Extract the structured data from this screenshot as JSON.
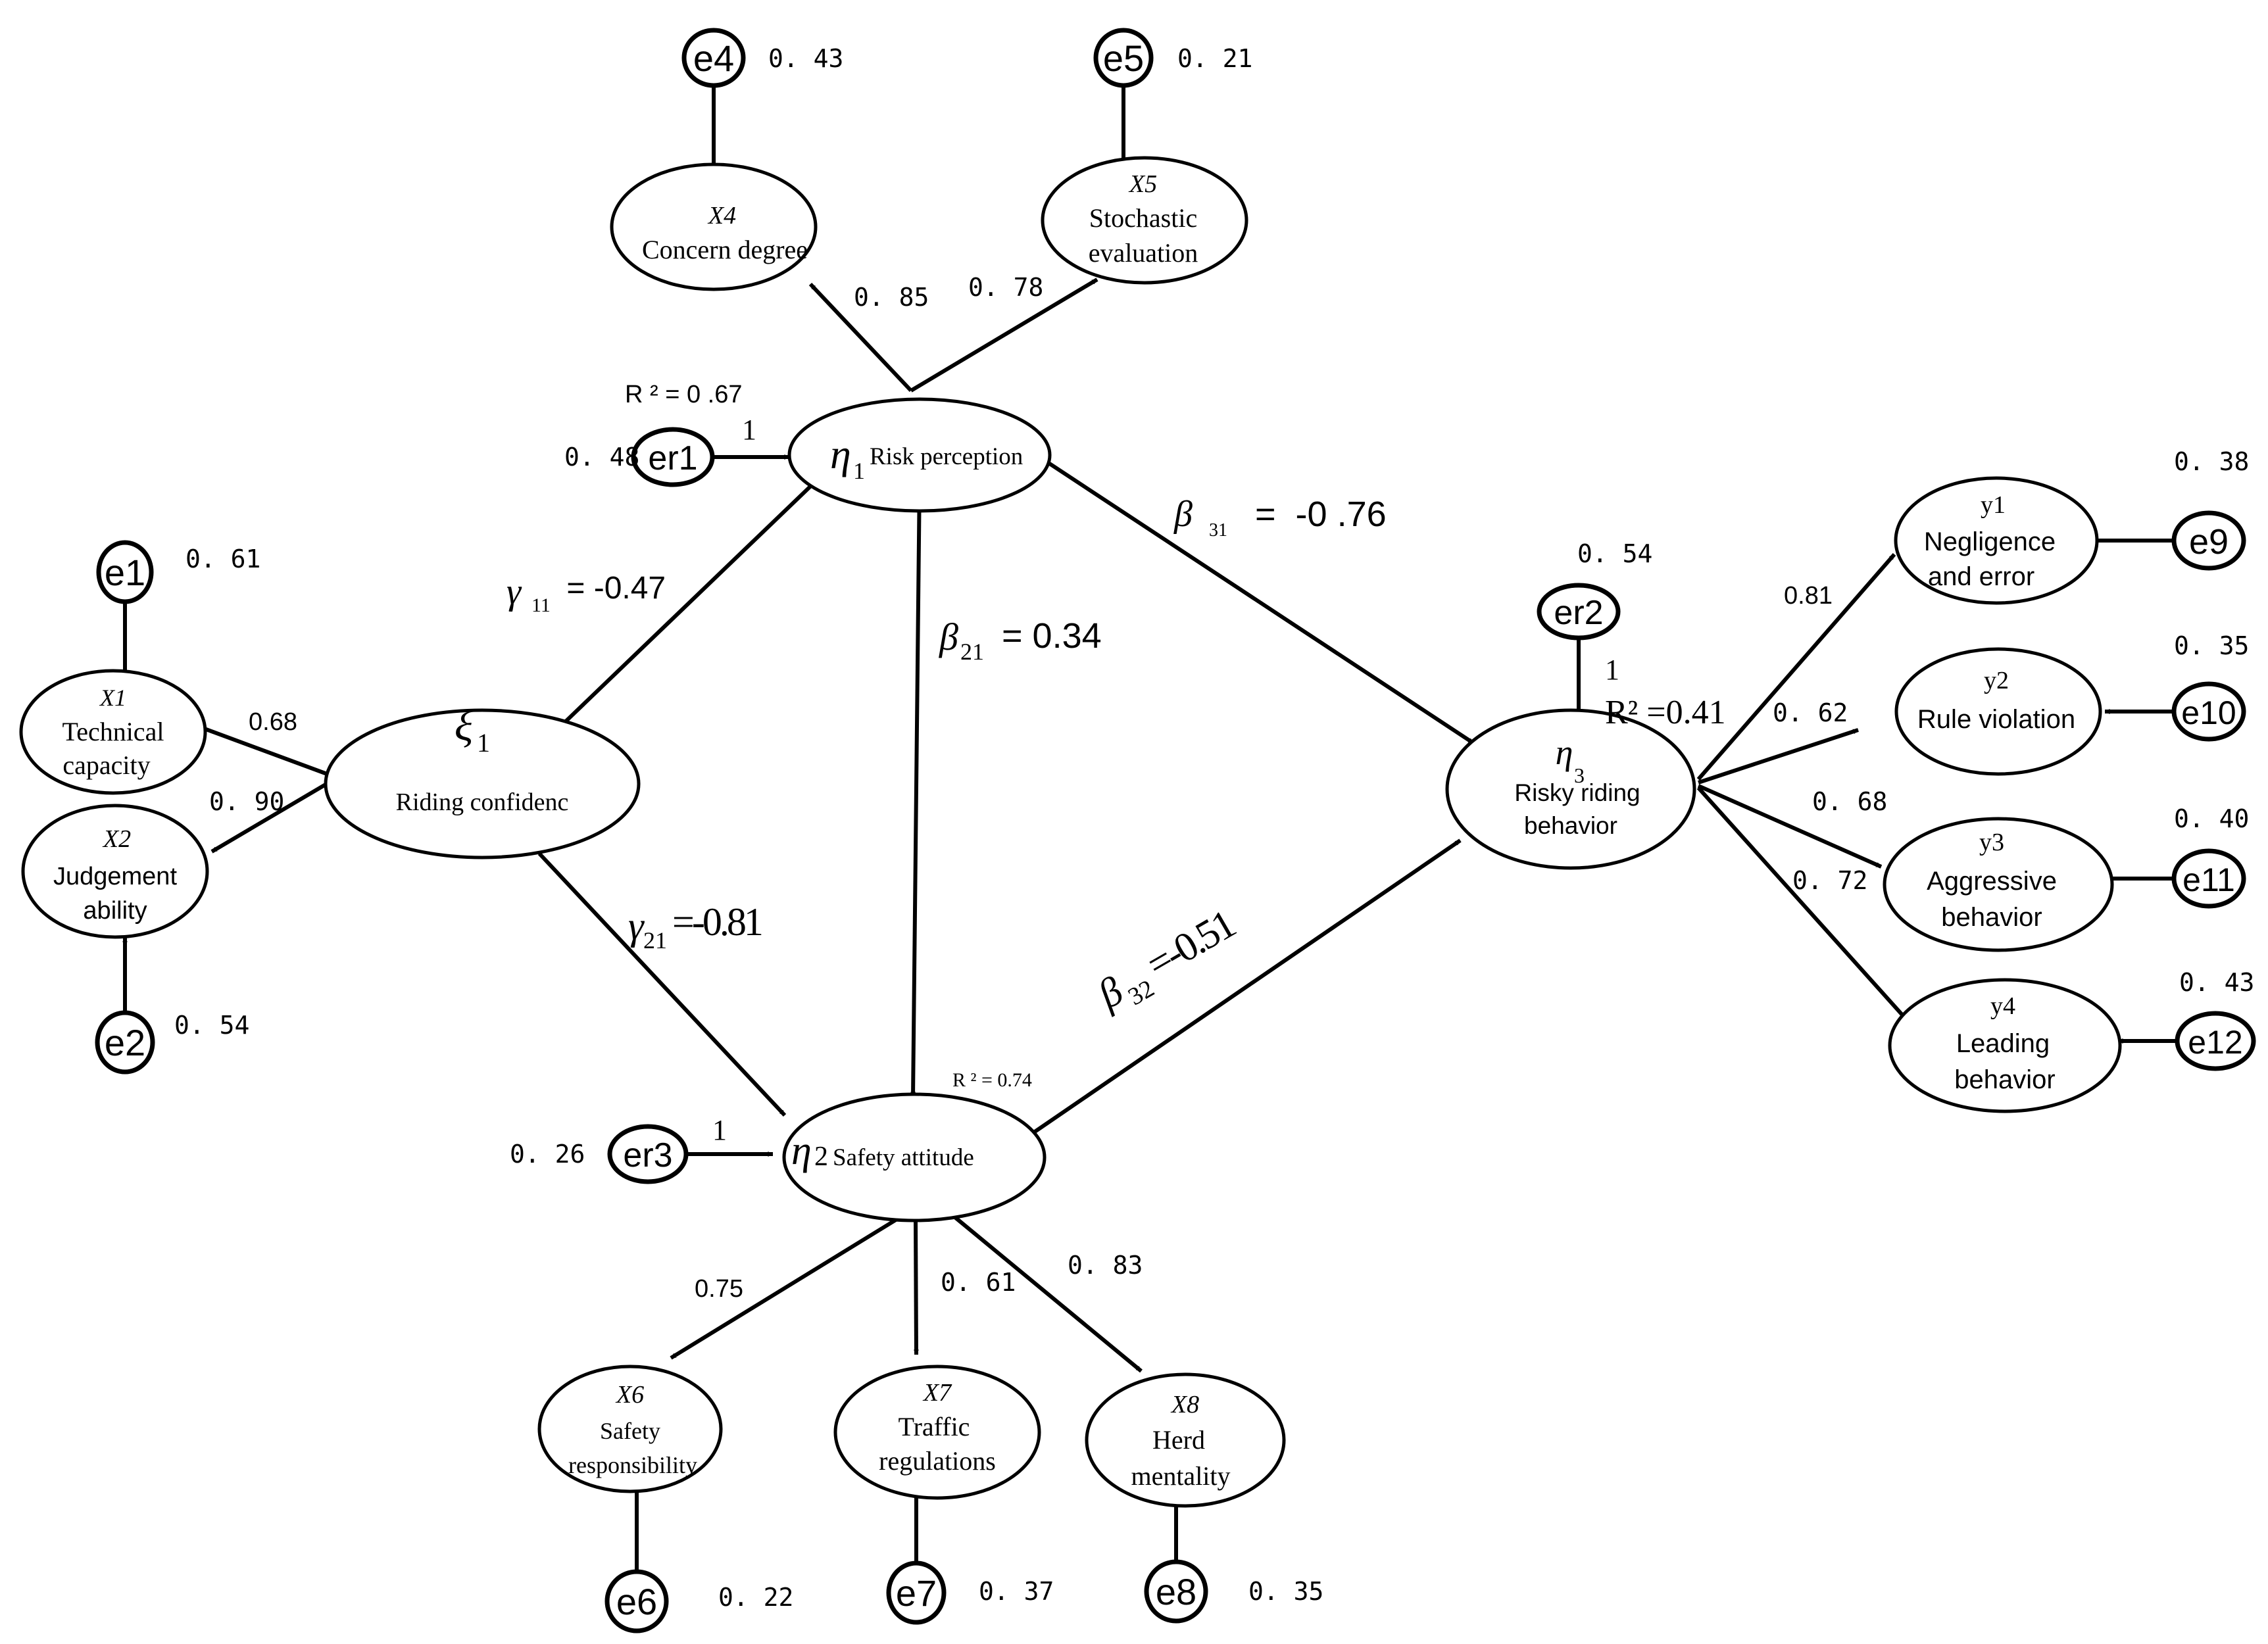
{
  "diagram": {
    "latent": {
      "xi1": {
        "symbol": "ξ",
        "sub": "1",
        "label": "Riding confidenc"
      },
      "eta1": {
        "symbol": "η",
        "sub": "1",
        "label": "Risk perception"
      },
      "eta2": {
        "symbol": "η",
        "sub": "2",
        "label": "Safety attitude"
      },
      "eta3": {
        "symbol": "η",
        "sub": "3",
        "line1": "Risky riding",
        "line2": "behavior"
      }
    },
    "indicators": {
      "x1": {
        "code": "X1",
        "line1": "Technical",
        "line2": "capacity"
      },
      "x2": {
        "code": "X2",
        "line1": "Judgement",
        "line2": "ability"
      },
      "x4": {
        "code": "X4",
        "line1": "Concern degree"
      },
      "x5": {
        "code": "X5",
        "line1": "Stochastic",
        "line2": "evaluation"
      },
      "x6": {
        "code": "X6",
        "line1": "Safety",
        "line2": "responsibility"
      },
      "x7": {
        "code": "X7",
        "line1": "Traffic",
        "line2": "regulations"
      },
      "x8": {
        "code": "X8",
        "line1": "Herd",
        "line2": "mentality"
      },
      "y1": {
        "code": "y1",
        "line1": "Negligence",
        "line2": "and error"
      },
      "y2": {
        "code": "y2",
        "line1": "Rule violation"
      },
      "y3": {
        "code": "y3",
        "line1": "Aggressive",
        "line2": "behavior"
      },
      "y4": {
        "code": "y4",
        "line1": "Leading",
        "line2": "behavior"
      }
    },
    "errors": {
      "e1": {
        "label": "e1",
        "value": "0. 61"
      },
      "e2": {
        "label": "e2",
        "value": "0. 54"
      },
      "e4": {
        "label": "e4",
        "value": "0. 43"
      },
      "e5": {
        "label": "e5",
        "value": "0. 21"
      },
      "e6": {
        "label": "e6",
        "value": "0. 22"
      },
      "e7": {
        "label": "e7",
        "value": "0. 37"
      },
      "e8": {
        "label": "e8",
        "value": "0. 35"
      },
      "e9": {
        "label": "e9",
        "value": "0. 38"
      },
      "e10": {
        "label": "e10",
        "value": "0. 35"
      },
      "e11": {
        "label": "e11",
        "value": "0. 40"
      },
      "e12": {
        "label": "e12",
        "value": "0. 43"
      },
      "er1": {
        "label": "er1",
        "value": "0. 48",
        "fixed": "1"
      },
      "er2": {
        "label": "er2",
        "value": "0. 54",
        "fixed": "1"
      },
      "er3": {
        "label": "er3",
        "value": "0. 26",
        "fixed": "1"
      }
    },
    "loadings": {
      "x1": "0.68",
      "x2": "0. 90",
      "x4": "0. 85",
      "x5": "0. 78",
      "x6": "0.75",
      "x7": "0. 61",
      "x8": "0. 83",
      "y1": "0.81",
      "y2": "0. 62",
      "y3": "0. 68",
      "y4": "0. 72"
    },
    "paths": {
      "gamma11": {
        "symbol": "γ",
        "sub": "11",
        "value": " = -0.47"
      },
      "gamma21": {
        "symbol": "γ",
        "sub": "21",
        "value": "=-0.81"
      },
      "beta21": {
        "symbol": "β",
        "sub": "21",
        "value": " = 0.34"
      },
      "beta31": {
        "symbol": "β",
        "sub": "31",
        "value": "  =  -0 .76"
      },
      "beta32": {
        "symbol": "β",
        "sub": "32",
        "value": "=-0.51"
      }
    },
    "r2": {
      "eta1": {
        "text": "R ² = 0 .67"
      },
      "eta2": {
        "text": "R ² = 0.74"
      },
      "eta3": {
        "text": "R² =0.41"
      }
    },
    "colors": {
      "stroke": "#000000",
      "fill": "#ffffff"
    }
  }
}
